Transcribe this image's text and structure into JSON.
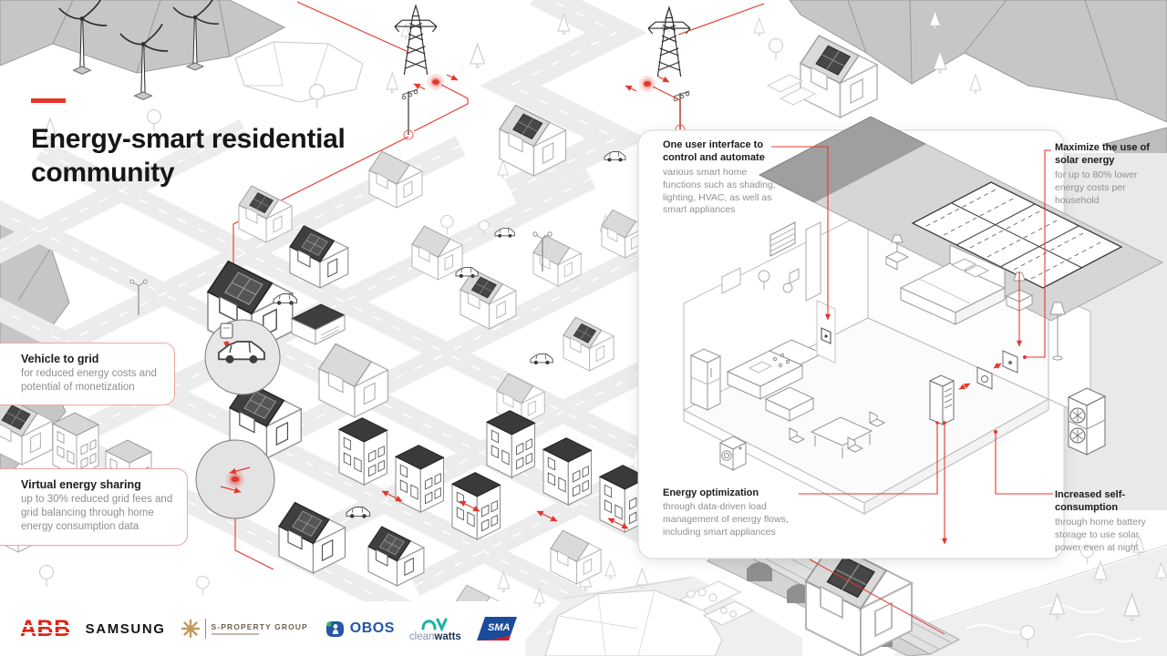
{
  "title": {
    "text": "Energy-smart residential community"
  },
  "callouts": {
    "vehicle_to_grid": {
      "title": "Vehicle to grid",
      "body": "for reduced energy costs and potential of monetization"
    },
    "virtual_energy_sharing": {
      "title": "Virtual energy sharing",
      "body": "up to 30% reduced grid fees and grid balancing through home energy consumption data"
    }
  },
  "panel": {
    "user_interface": {
      "title": "One user interface to control and automate",
      "body": "various smart home functions such as shading, lighting, HVAC, as well as smart appliances"
    },
    "solar": {
      "title": "Maximize the use of solar energy",
      "body": "for up to 80% lower energy costs per household"
    },
    "energy_optimization": {
      "title": "Energy optimization",
      "body": "through data-driven load management of energy flows, including smart appliances"
    },
    "self_consumption": {
      "title": "Increased self-consumption",
      "body": "through home battery storage to use solar power even at night"
    }
  },
  "logos": {
    "abb": "ABB",
    "samsung": "SAMSUNG",
    "s_property": "S-PROPERTY GROUP",
    "obos": "OBOS",
    "cleanwatts_light": "clean",
    "cleanwatts_bold": "watts",
    "sma": "SMA"
  },
  "colors": {
    "accent_red": "#e5372b",
    "ink": "#161616",
    "muted_text": "#8f8f8f",
    "dark_roof": "#3f3f3f",
    "mountain_gray": "#c6c6c6",
    "abb_red": "#e32213",
    "samsung_black": "#141414",
    "property_gold": "#c2995c",
    "obos_blue": "#2456a4",
    "cleanwatts_teal": "#19b2a6",
    "sma_blue": "#1b4b9b",
    "sma_red": "#c8202f"
  }
}
